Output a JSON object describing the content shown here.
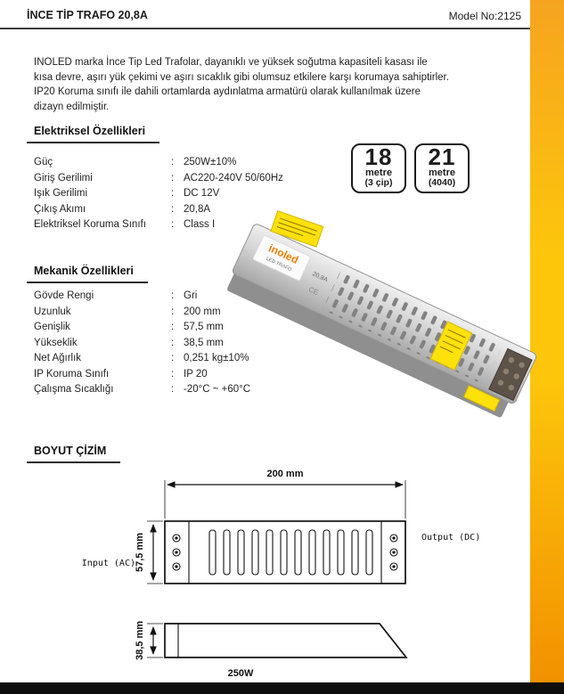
{
  "page": {
    "title": "İNCE TİP TRAFO 20,8A",
    "model": "Model No:2125"
  },
  "sep": ":",
  "intro_lines": [
    "INOLED marka İnce Tip Led Trafolar, dayanıklı ve yüksek soğutma kapasiteli kasası ile",
    "kısa devre, aşırı yük çekimi ve aşırı sıcaklık gibi olumsuz etkilere karşı korumaya sahiptirler.",
    "IP20 Koruma sınıfı ile dahili ortamlarda aydınlatma armatürü olarak kullanılmak üzere",
    "dizayn edilmiştir."
  ],
  "electrical": {
    "heading": "Elektriksel Özellikleri",
    "rows": [
      {
        "label": "Güç",
        "value": "250W±10%"
      },
      {
        "label": "Giriş Gerilimi",
        "value": "AC220-240V 50/60Hz"
      },
      {
        "label": "Işık Gerilimi",
        "value": "DC 12V"
      },
      {
        "label": "Çıkış Akımı",
        "value": "20,8A"
      },
      {
        "label": "Elektriksel Koruma Sınıfı",
        "value": "Class I"
      }
    ]
  },
  "badges": [
    {
      "value": "18",
      "unit": "metre",
      "note": "(3 çip)"
    },
    {
      "value": "21",
      "unit": "metre",
      "note": "(4040)"
    }
  ],
  "mechanical": {
    "heading": "Mekanik Özellikleri",
    "rows": [
      {
        "label": "Gövde Rengi",
        "value": "Gri"
      },
      {
        "label": "Uzunluk",
        "value": "200 mm"
      },
      {
        "label": "Genişlik",
        "value": "57,5 mm"
      },
      {
        "label": "Yükseklik",
        "value": "38,5 mm"
      },
      {
        "label": "Net Ağırlık",
        "value": "0,251 kg±10%"
      },
      {
        "label": "IP Koruma Sınıfı",
        "value": "IP 20"
      },
      {
        "label": "Çalışma Sıcaklığı",
        "value": "-20°C ~ +60°C"
      }
    ]
  },
  "drawing": {
    "heading": "BOYUT ÇİZİM",
    "length": "200 mm",
    "width": "57,5 mm",
    "height": "38,5 mm",
    "input": "Input (AC)",
    "output": "Output (DC)",
    "power": "250W"
  },
  "product": {
    "brand": "inoled",
    "brand_sub": "LED TRAFO",
    "current": "20,8A",
    "ce": "CE"
  },
  "colors": {
    "accent_orange": "#F29100",
    "accent_yellow": "#FDC60B",
    "label_yellow": "#FFE10A",
    "bar_black": "#0D0D0D"
  }
}
